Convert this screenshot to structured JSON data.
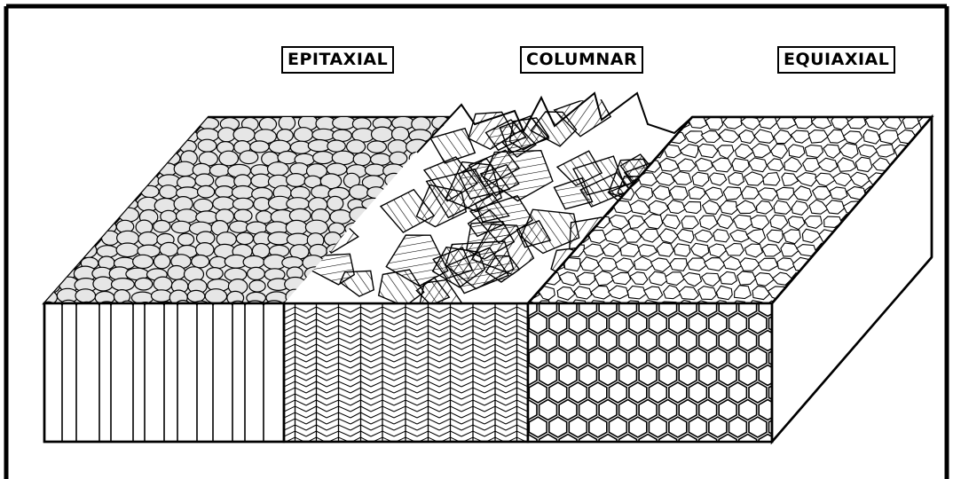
{
  "diagram": {
    "labels": {
      "epitaxial": "EPITAXIAL",
      "columnar": "COLUMNAR",
      "equiaxial": "EQUIAXIAL"
    },
    "colors": {
      "line": "#000000",
      "grain_fill": "#e6e6e6",
      "background": "#ffffff"
    }
  }
}
